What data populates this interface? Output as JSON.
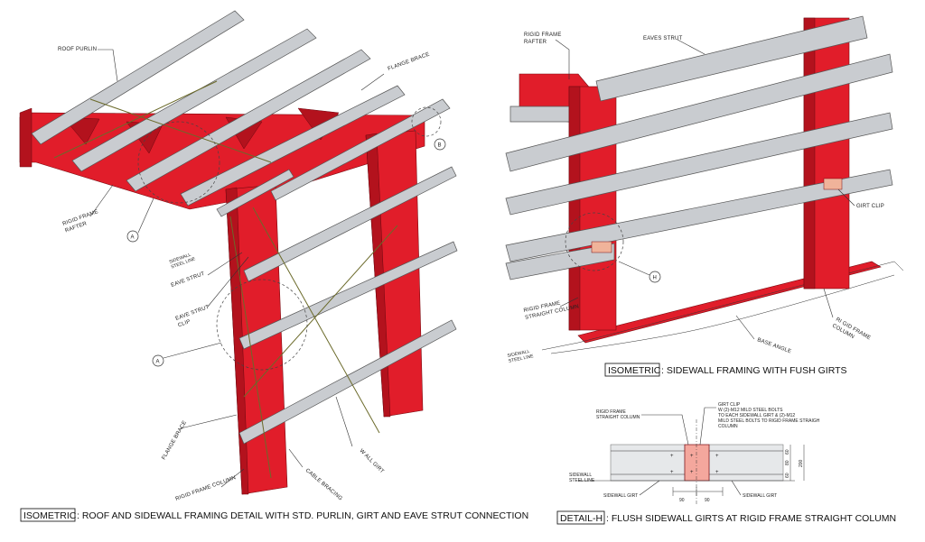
{
  "left_view": {
    "labels": {
      "roof_purlin": "ROOF PURLIN",
      "flange_brace_top": "FLANGE BRACE",
      "rigid_frame_rafter": "RIGID FRAME\nRAFTER",
      "sidewall_steel_line": "SIDEWALL\nSTEEL LINE",
      "eave_strut": "EAVE STRUT",
      "eave_strut_clip": "EAVE STRUT\nCLIP",
      "flange_brace_bottom": "FLANGE BRACE",
      "rigid_frame_column": "RIGID FRAME COLUMN",
      "wall_girt": "W ALL GIRT",
      "cable_bracing": "CABLE BRACING"
    },
    "callouts": {
      "a1": "A",
      "a2": "A",
      "b": "B"
    },
    "caption_tag": "ISOMETRIC",
    "caption_text": ": ROOF AND SIDEWALL FRAMING DETAIL WITH STD. PURLIN, GIRT AND EAVE STRUT CONNECTION"
  },
  "right_view": {
    "labels": {
      "rigid_frame_rafter": "RIGID  FRAME\nRAFTER",
      "eaves_strut": "EAVES STRUT",
      "girt_clip": "GIRT CLIP",
      "rigid_frame_straight_column": "RIGID FRAME\nSTRAIGHT COLUMN",
      "rigid_frame_column": "RI GID  FRAME\nCOLUMN",
      "base_angle": "BASE ANGLE",
      "sidewall_steel_line": "SIDEWALL\nSTEEL LINE"
    },
    "callouts": {
      "h": "H"
    },
    "caption_tag": "ISOMETRIC",
    "caption_text": ": SIDEWALL FRAMING WITH FUSH GIRTS"
  },
  "detail_h": {
    "labels": {
      "rigid_frame_straight_column": "RIGID FRAME\nSTRAIGHT COLUMN",
      "girt_clip": "GIRT CLIP\nW (2)-M12 MILD STEEL BOLTS\nTO EACH SIDEWALL GIRT & (2)-M12\nMILD STEEL BOLTS TO RIGID FRAME STRAIGH\nCOLUMN",
      "sidewall_steel_line": "SIDEWALL\nSTEEL LINE",
      "sidewall_girt_left": "SIDEWALL GIRT",
      "sidewall_girt_right": "SIDEWALL GIRT"
    },
    "dims": {
      "d1": "90",
      "d2": "90",
      "v1": "60",
      "v2": "80",
      "v3": "60",
      "total": "200"
    },
    "caption_tag": "DETAIL-H",
    "caption_text": ": FLUSH SIDEWALL GIRTS AT RIGID FRAME STRAIGHT COLUMN"
  },
  "colors": {
    "frame_red": "#e11d2a",
    "steel_grey": "#c9ccd0",
    "cable_olive": "#6b6a2a"
  }
}
